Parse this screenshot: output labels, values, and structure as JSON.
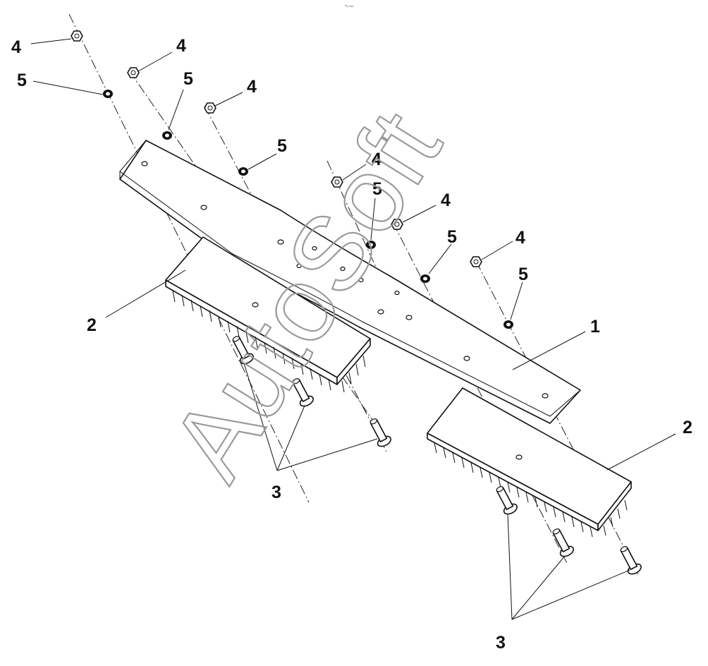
{
  "header": {
    "tiny_mark": "ᵐ₀ ₙₙₙ"
  },
  "watermark": {
    "text": "AutoSoft"
  },
  "callouts": {
    "blade": "1",
    "pad_left": "2",
    "pad_right": "2",
    "bolts_left": "3",
    "bolts_right": "3",
    "nut_1": "4",
    "nut_2": "4",
    "nut_3": "4",
    "nut_4": "4",
    "nut_5": "4",
    "nut_6": "4",
    "washer_1": "5",
    "washer_2": "5",
    "washer_3": "5",
    "washer_4": "5",
    "washer_5": "5",
    "washer_6": "5"
  },
  "colors": {
    "line": "#111111",
    "watermark": "#9a9a9a",
    "background": "#ffffff"
  }
}
